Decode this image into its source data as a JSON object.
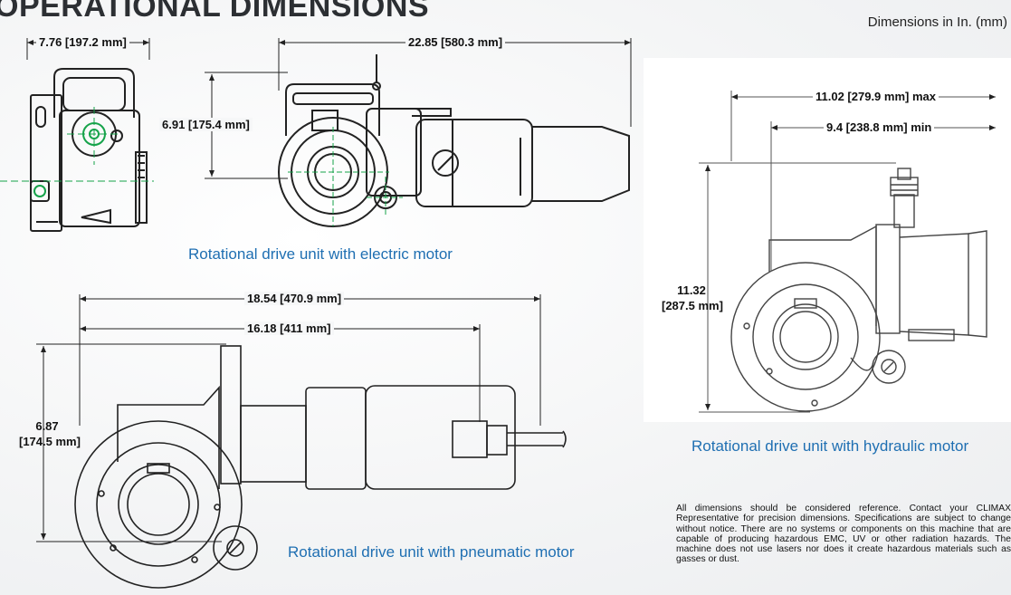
{
  "page": {
    "title": "OPERATIONAL DIMENSIONS",
    "units_note": "Dimensions in In. (mm)"
  },
  "electric": {
    "caption": "Rotational drive unit with electric motor",
    "dims": {
      "side_width": "7.76 [197.2 mm]",
      "length": "22.85 [580.3 mm]",
      "height": "6.91 [175.4 mm]"
    }
  },
  "pneumatic": {
    "caption": "Rotational drive unit with pneumatic motor",
    "dims": {
      "length_total": "18.54 [470.9 mm]",
      "length_inner": "16.18 [411 mm]",
      "height_line1": "6.87",
      "height_line2": "[174.5 mm]"
    }
  },
  "hydraulic": {
    "caption": "Rotational drive unit with hydraulic motor",
    "dims": {
      "max_width": "11.02 [279.9 mm] max",
      "min_width": "9.4 [238.8 mm] min",
      "height_line1": "11.32",
      "height_line2": "[287.5 mm]"
    }
  },
  "disclaimer": "All dimensions should be considered reference. Contact your CLIMAX Representative for precision dimensions. Specifications are subject to change without notice. There are no systems or components on this machine that are capable of producing hazardous EMC, UV or other radiation hazards. The machine does not use lasers nor does it create hazardous materials such as gasses or dust."
}
